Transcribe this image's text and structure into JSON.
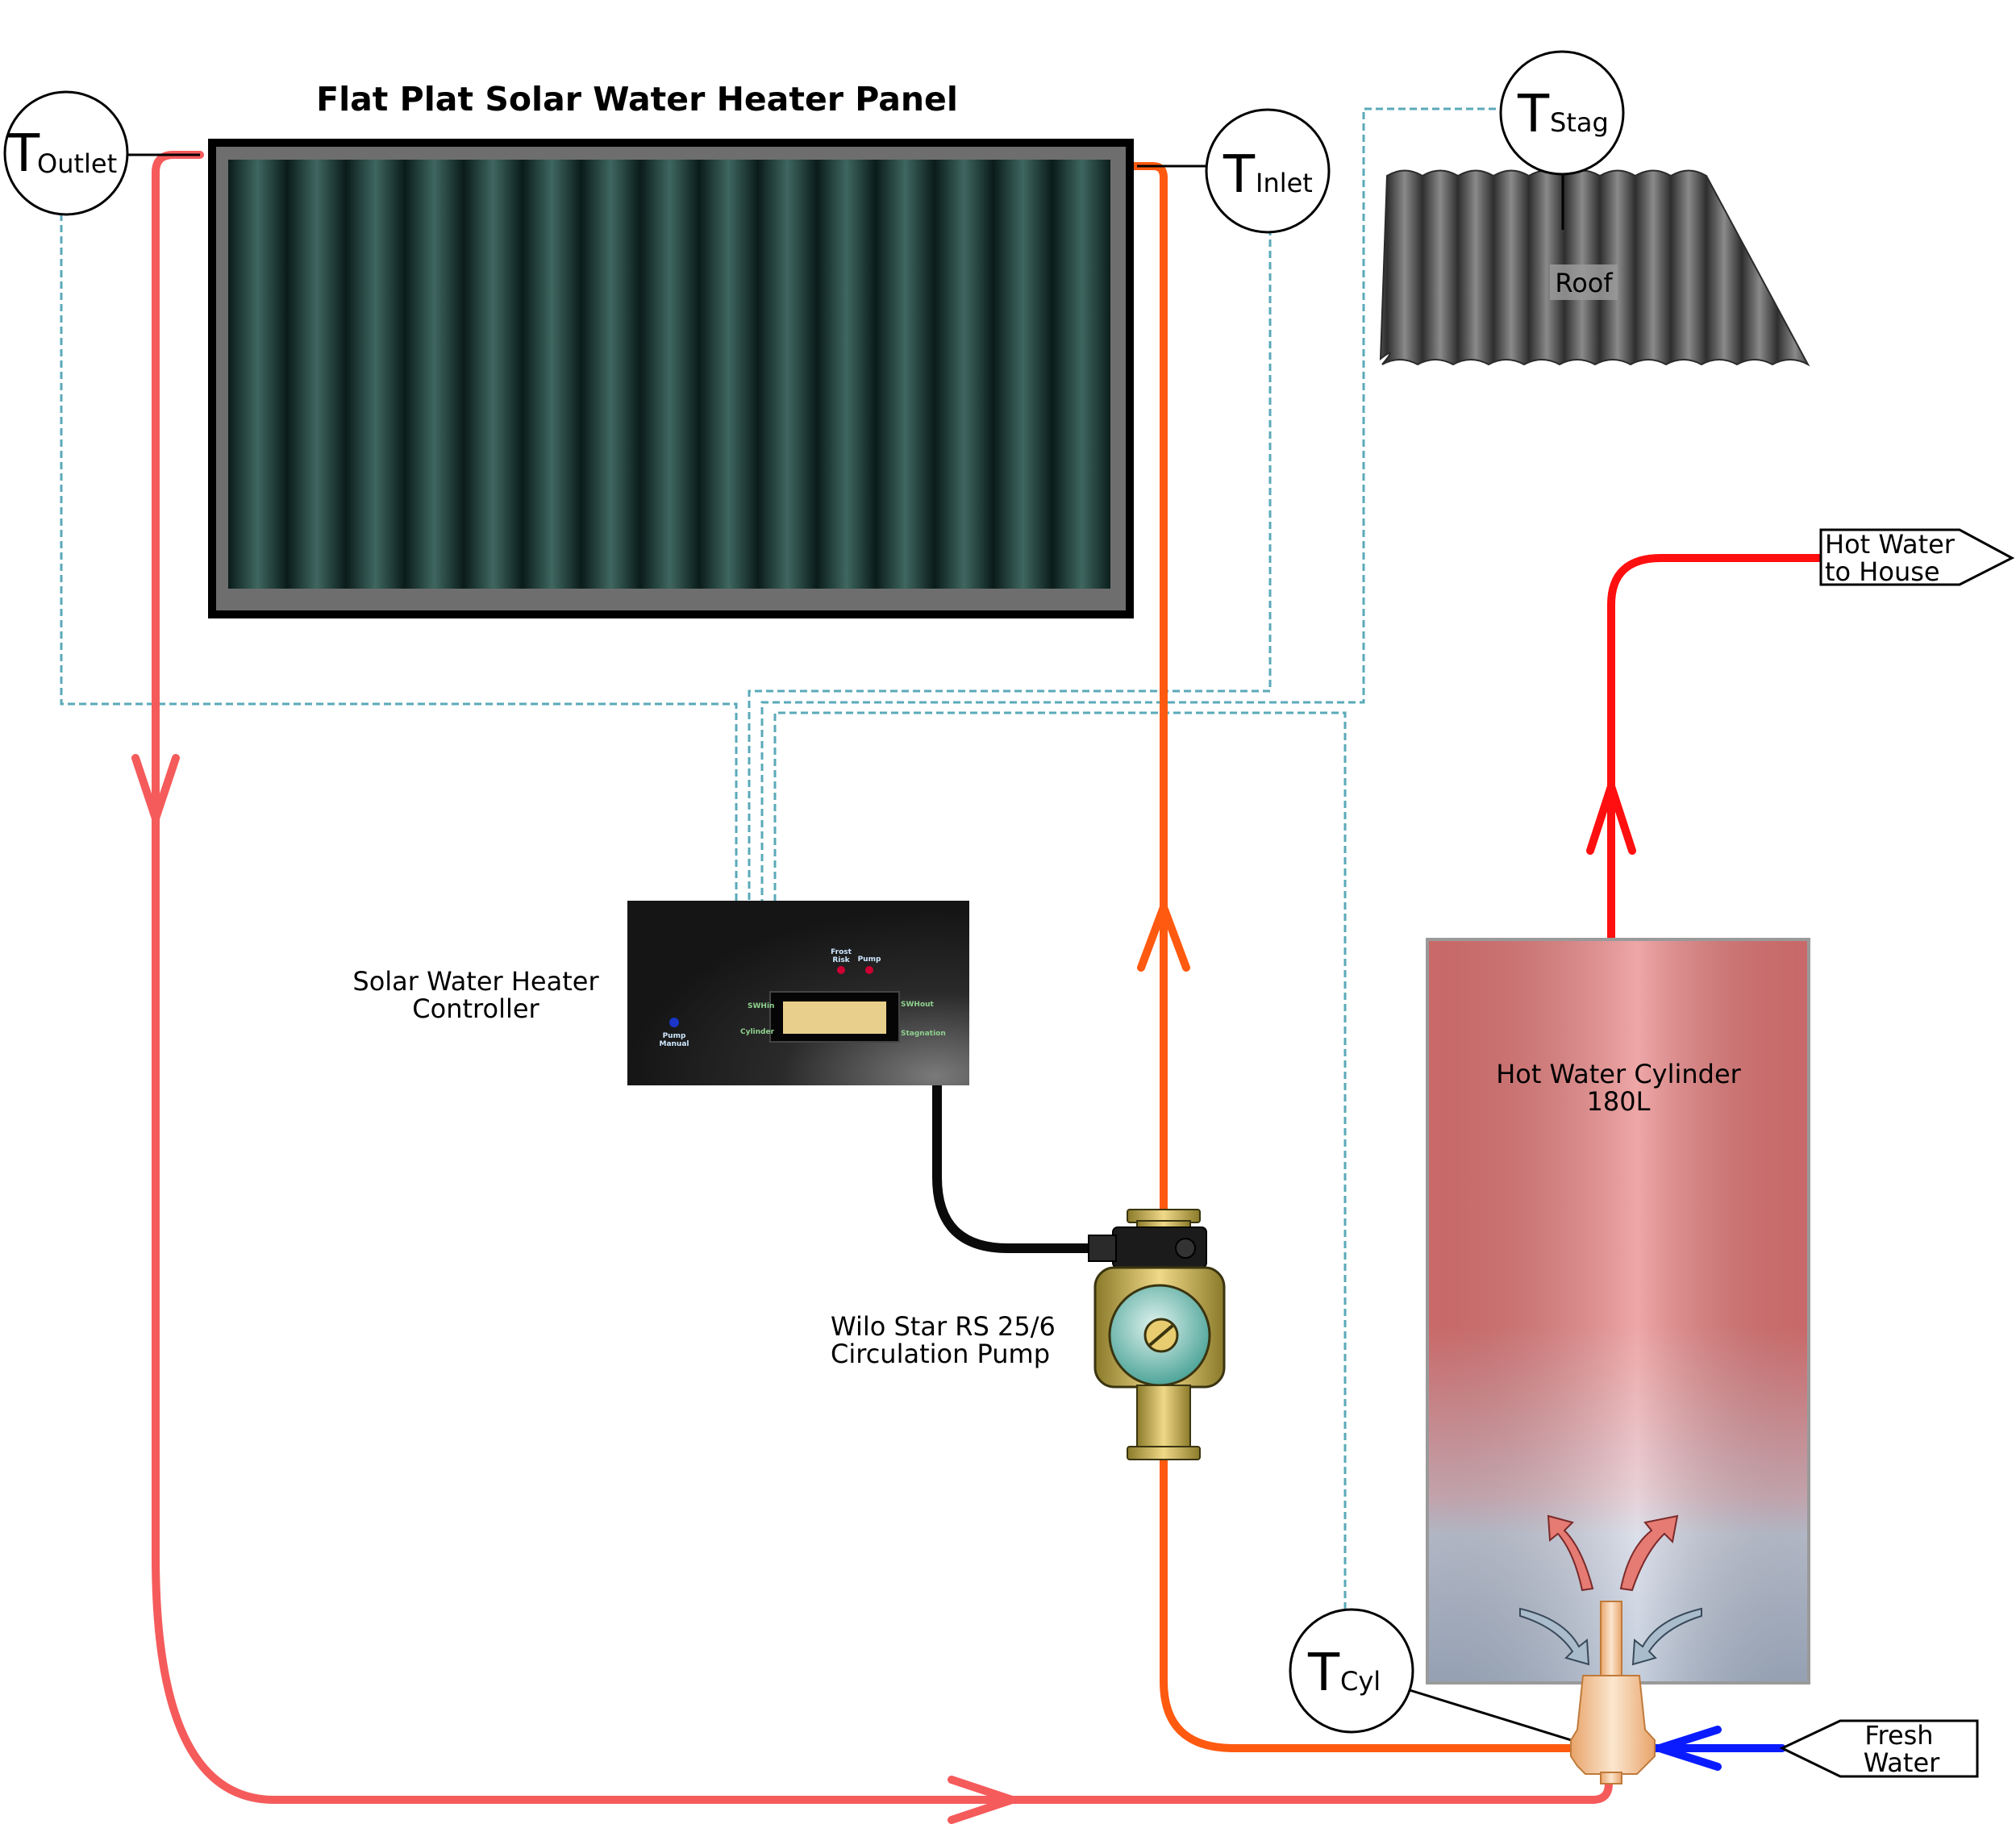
{
  "title": "Flat Plat Solar Water Heater Panel",
  "sensors": {
    "outlet": {
      "symbol": "T",
      "sub": "Outlet"
    },
    "inlet": {
      "symbol": "T",
      "sub": "Inlet"
    },
    "stag": {
      "symbol": "T",
      "sub": "Stag"
    },
    "cyl": {
      "symbol": "T",
      "sub": "Cyl"
    }
  },
  "roof_label": "Roof",
  "controller": {
    "label_line1": "Solar Water Heater",
    "label_line2": "Controller",
    "frost_line1": "Frost",
    "frost_line2": "Risk",
    "pump": "Pump",
    "swhin": "SWHin",
    "swhout": "SWHout",
    "cylinder": "Cylinder",
    "stagnation": "Stagnation",
    "manual_line1": "Pump",
    "manual_line2": "Manual"
  },
  "pump": {
    "label_line1": "Wilo Star RS 25/6",
    "label_line2": "Circulation Pump"
  },
  "cylinder": {
    "label_line1": "Hot Water Cylinder",
    "label_line2": "180L"
  },
  "hot_water_out": {
    "line1": "Hot Water",
    "line2": "to House"
  },
  "fresh_water_in": {
    "line1": "Fresh",
    "line2": "Water"
  },
  "colors": {
    "return_pipe": "#f55b5b",
    "flow_pipe": "#ff5a10",
    "hot_pipe": "#ff0f0f",
    "fresh_pipe": "#0a1cff",
    "sensor_wire": "#5aaab8",
    "panel_frame": "#000000",
    "cylinder_hot": "#e06e6e",
    "cylinder_cold": "#b4c2d6"
  }
}
